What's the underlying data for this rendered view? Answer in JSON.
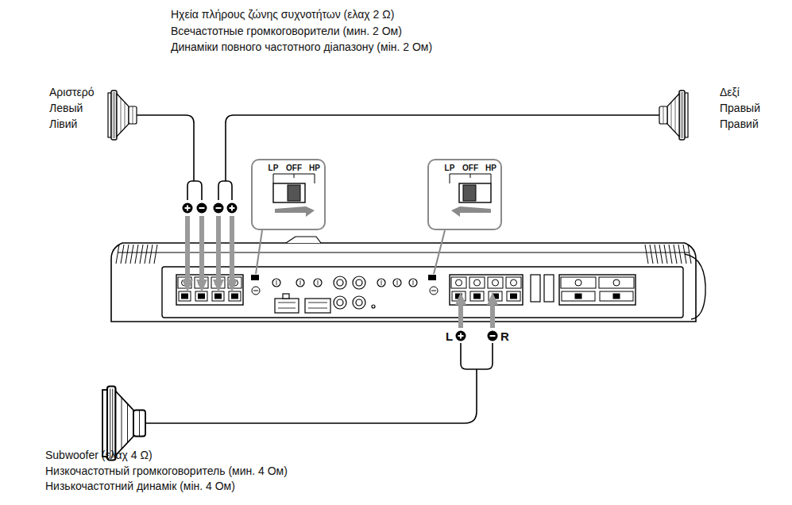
{
  "diagram": {
    "nodes": [
      {
        "text": [
          "LP",
          "OFF",
          "HP"
        ]
      },
      {
        "text": [
          "LP",
          "OFF",
          "HP"
        ]
      }
    ],
    "labels": [
      "Ηχεία πλήρους ζώνης συχνοτήτων (ελαχ 2 Ω)",
      "Всечастотные громкоговорители (мин. 2 Ом)",
      "Динаміки повного частотного діапазону (мін. 2 Ом)",
      "Αριστερό",
      "Левый",
      "Лівий",
      "Δεξί",
      "Правый",
      "Правий",
      "L",
      "R",
      "Subwoofer (ελαχ 4 Ω)",
      "Низкочастотный громкоговоритель (мин. 4 Ом)",
      "Низькочастотний динамік (мін. 4 Ом)"
    ]
  }
}
